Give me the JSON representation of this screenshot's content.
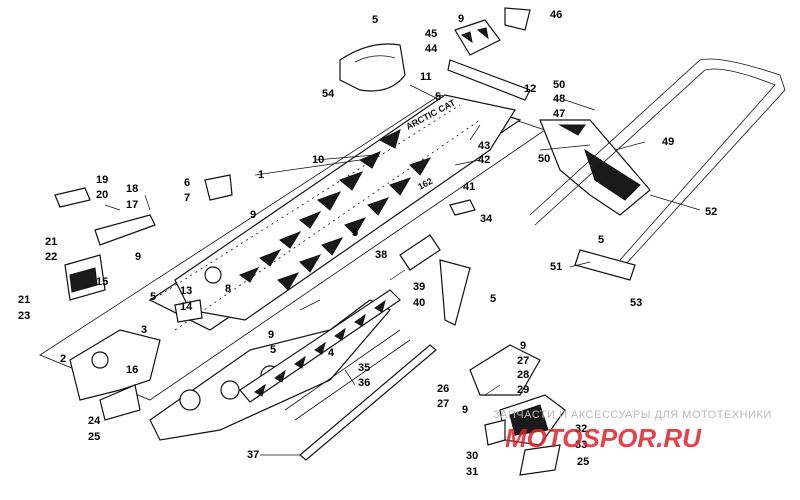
{
  "diagram": {
    "watermark_text": "ЗАПЧАСТИ И АКСЕССУАРЫ ДЛЯ МОТОТЕХНИКИ",
    "watermark_logo": "MOTOSPOR.RU",
    "deck_decal_text": "ARCTIC CAT",
    "tunnel_decal_text": "162",
    "callouts": [
      "1",
      "2",
      "3",
      "4",
      "5",
      "5",
      "5",
      "5",
      "5",
      "5",
      "5",
      "6",
      "7",
      "8",
      "9",
      "9",
      "9",
      "9",
      "9",
      "9",
      "10",
      "11",
      "12",
      "13",
      "14",
      "15",
      "16",
      "17",
      "18",
      "19",
      "20",
      "21",
      "21",
      "22",
      "23",
      "24",
      "25",
      "25",
      "26",
      "27",
      "27",
      "28",
      "29",
      "30",
      "31",
      "32",
      "33",
      "34",
      "35",
      "36",
      "37",
      "38",
      "39",
      "40",
      "41",
      "42",
      "43",
      "44",
      "45",
      "46",
      "47",
      "48",
      "49",
      "50",
      "50",
      "51",
      "52",
      "53",
      "54"
    ]
  },
  "colors": {
    "line": "#111111",
    "watermark": "#b9b9b9",
    "logo": "#e0202a"
  }
}
